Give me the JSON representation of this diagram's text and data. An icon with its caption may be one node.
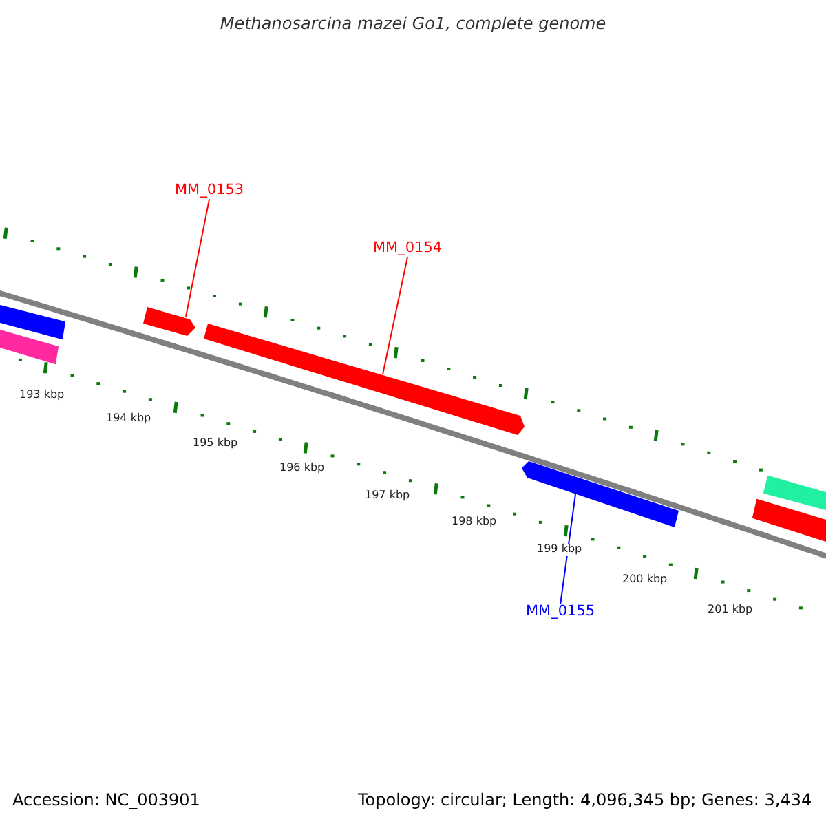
{
  "diagram": {
    "title": "Methanosarcina mazei Go1, complete genome",
    "nodes": [
      {
        "text": [
          "MM_0153"
        ]
      },
      {
        "text": [],
        "shape": "bar"
      },
      {
        "text": [
          "MM_0154"
        ]
      },
      {
        "text": [],
        "shape": "bar"
      },
      {
        "text": [
          "MM_0155"
        ]
      },
      {
        "text": [],
        "shape": "bar"
      }
    ],
    "edges": [
      {
        "from": 0,
        "to": 1,
        "arrow": "none"
      },
      {
        "from": 2,
        "to": 3,
        "arrow": "none"
      },
      {
        "from": 4,
        "to": 5,
        "arrow": "none",
        "color": "#0000ff"
      }
    ],
    "labels": [
      "193 kbp",
      "194 kbp",
      "195 kbp",
      "196 kbp",
      "197 kbp",
      "198 kbp",
      "199 kbp",
      "200 kbp",
      "201 kbp",
      "Accession: NC_003901",
      "Topology: circular; Length: 4,096,345 bp; Genes: 3,434"
    ]
  }
}
